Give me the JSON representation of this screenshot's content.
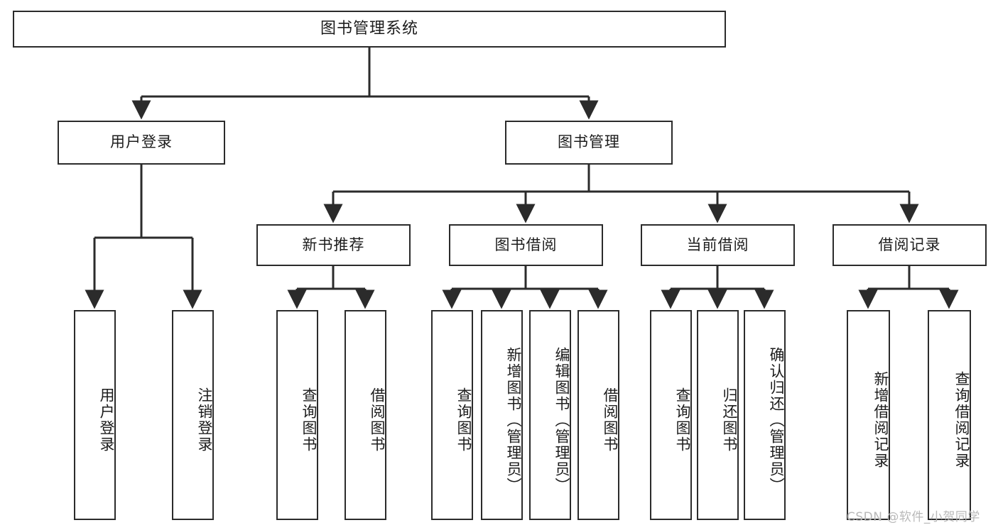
{
  "diagram": {
    "title": "图书管理系统",
    "type": "hierarchy-tree",
    "stroke_color": "#2b2b2b",
    "background_color": "#ffffff",
    "text_color": "#1c1c1c"
  },
  "root": {
    "label": "图书管理系统"
  },
  "level2": [
    {
      "label": "用户登录"
    },
    {
      "label": "图书管理"
    }
  ],
  "level3": [
    {
      "label": "新书推荐"
    },
    {
      "label": "图书借阅"
    },
    {
      "label": "当前借阅"
    },
    {
      "label": "借阅记录"
    }
  ],
  "leaves": {
    "user_login": [
      {
        "label": "用户登录"
      },
      {
        "label": "注销登录"
      }
    ],
    "new_book_recommend": [
      {
        "label": "查询图书"
      },
      {
        "label": "借阅图书"
      }
    ],
    "book_borrow": [
      {
        "label": "查询图书"
      },
      {
        "label": "新增图书（管理员）"
      },
      {
        "label": "编辑图书（管理员）"
      },
      {
        "label": "借阅图书"
      }
    ],
    "current_borrow": [
      {
        "label": "查询图书"
      },
      {
        "label": "归还图书"
      },
      {
        "label": "确认归还（管理员）"
      }
    ],
    "borrow_record": [
      {
        "label": "新增借阅记录"
      },
      {
        "label": "查询借阅记录"
      }
    ]
  },
  "watermark": {
    "text": "CSDN @软件_小贺同学"
  }
}
